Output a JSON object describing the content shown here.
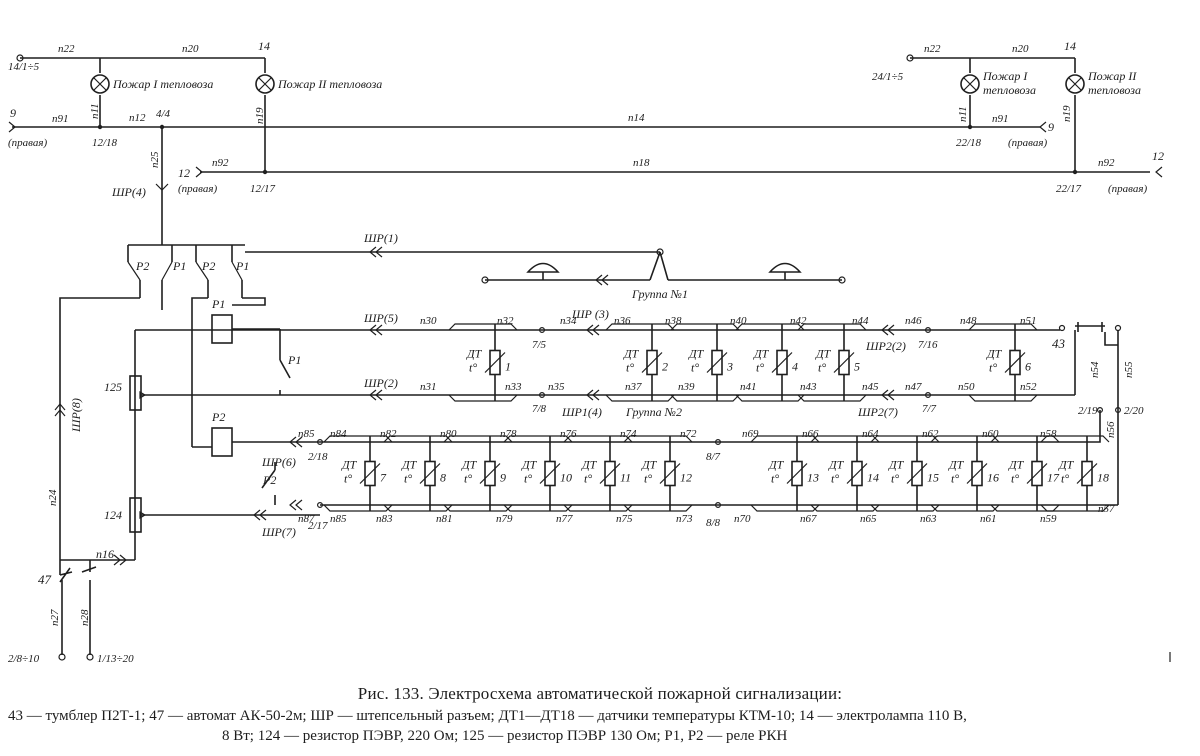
{
  "caption": {
    "title": "Рис. 133. Электросхема автоматической пожарной сигнализации:",
    "legend_line1": "43 — тумблер П2Т-1; 47 — автомат АК-50-2м; ШР — штепсельный разъем; ДТ1—ДТ18 — датчики температуры КТМ-10; 14 — электролампа 110 В,",
    "legend_line2": "8 Вт; 124 — резистор ПЭВР, 220 Ом; 125 — резистор ПЭВР 130 Ом; Р1, Р2 — реле РКН"
  },
  "lamps": {
    "l1": "Пожар I тепловоза",
    "l2": "Пожар II тепловоза",
    "r1a": "Пожар I",
    "r1b": "тепловоза",
    "r2a": "Пожар II",
    "r2b": "тепловоза"
  },
  "terminals": {
    "t141": "14/1÷5",
    "t241": "24/1÷5",
    "t9": "9",
    "t9r": "9",
    "pravaya": "(правая)",
    "t12": "12",
    "t12r": "12",
    "t1218": "12/18",
    "t44": "4/4",
    "t1217": "12/17",
    "t2218": "22/18",
    "t2217": "22/17",
    "t14a": "14",
    "t14b": "14",
    "t75": "7/5",
    "t78": "7/8",
    "t716": "7/16",
    "t77": "7/7",
    "t219": "2/19",
    "t220": "2/20",
    "t218": "2/18",
    "t217": "2/17",
    "t87": "8/7",
    "t88": "8/8",
    "t2810": "2/8÷10",
    "t11320": "1/13÷20",
    "n43": "43",
    "n47": "47",
    "n125": "125",
    "n124": "124"
  },
  "wires": {
    "p22": "п22",
    "p20": "п20",
    "p11": "п11",
    "p91": "п91",
    "p12": "п12",
    "p19": "п19",
    "p14": "п14",
    "p25": "п25",
    "p92": "п92",
    "p18": "п18",
    "p24": "п24",
    "p16": "п16",
    "p27": "п27",
    "p28": "п28",
    "p54": "п54",
    "p55": "п55",
    "p56": "п56",
    "p57": "п57",
    "top_row": [
      "п30",
      "п32",
      "п34",
      "п36",
      "п38",
      "п40",
      "п42",
      "п44",
      "п46",
      "п48",
      "п51"
    ],
    "mid_row": [
      "п31",
      "п33",
      "п35",
      "п37",
      "п39",
      "п41",
      "п43",
      "п45",
      "п47",
      "п50",
      "п52"
    ],
    "g3_top": [
      "п85",
      "п84",
      "п82",
      "п80",
      "п78",
      "п76",
      "п74",
      "п72",
      "п69",
      "п66",
      "п64",
      "п62",
      "п60",
      "п58"
    ],
    "g3_bot": [
      "п87",
      "п85",
      "п83",
      "п81",
      "п79",
      "п77",
      "п75",
      "п73",
      "п70",
      "п67",
      "п65",
      "п63",
      "п61",
      "п59"
    ]
  },
  "connectors": {
    "sr1": "ШР(1)",
    "sr2": "ШР(2)",
    "sr3": "ШР (3)",
    "sr4": "ШР(4)",
    "sr5": "ШР(5)",
    "sr6": "ШР(6)",
    "sr7": "ШР(7)",
    "sr8": "ШР(8)",
    "sr14": "ШР1(4)",
    "sr22": "ШР2(2)",
    "sr27": "ШР2(7)"
  },
  "groups": {
    "g1": "Группа №1",
    "g2": "Группа №2"
  },
  "relays": {
    "p1": "Р1",
    "p2": "Р2"
  },
  "sensor": {
    "dt": "ДТ",
    "t": "t°"
  },
  "sensors_row1": [
    "1",
    "2",
    "3",
    "4",
    "5",
    "6"
  ],
  "sensors_row2": [
    "7",
    "8",
    "9",
    "10",
    "11",
    "12",
    "13",
    "14",
    "15",
    "16",
    "17",
    "18"
  ]
}
